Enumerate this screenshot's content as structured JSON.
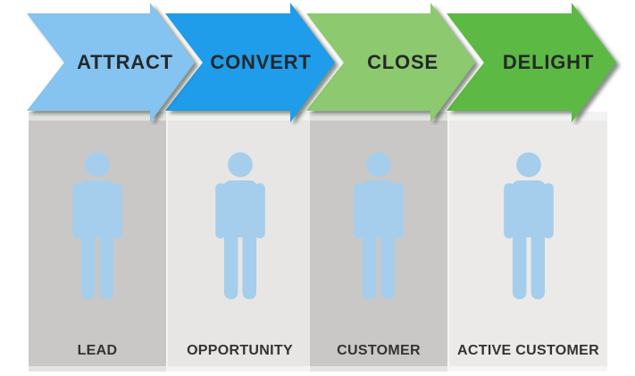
{
  "diagram": {
    "type": "funnel-stage-diagram",
    "stages": [
      {
        "label": "ATTRACT",
        "arrow_color": "#85C3F0",
        "column_label": "LEAD",
        "column_color": "#C9C8C7"
      },
      {
        "label": "CONVERT",
        "arrow_color": "#1F9CEA",
        "column_label": "OPPORTUNITY",
        "column_color": "#E7E6E5"
      },
      {
        "label": "CLOSE",
        "arrow_color": "#8DC96E",
        "column_label": "CUSTOMER",
        "column_color": "#C9C8C7"
      },
      {
        "label": "DELIGHT",
        "arrow_color": "#5CB943",
        "column_label": "ACTIVE CUSTOMER",
        "column_color": "#EBEAE9"
      }
    ],
    "person_icon_color": "#A5CEEC",
    "arrow_text_color": "#24282A",
    "column_text_color": "#333333"
  }
}
